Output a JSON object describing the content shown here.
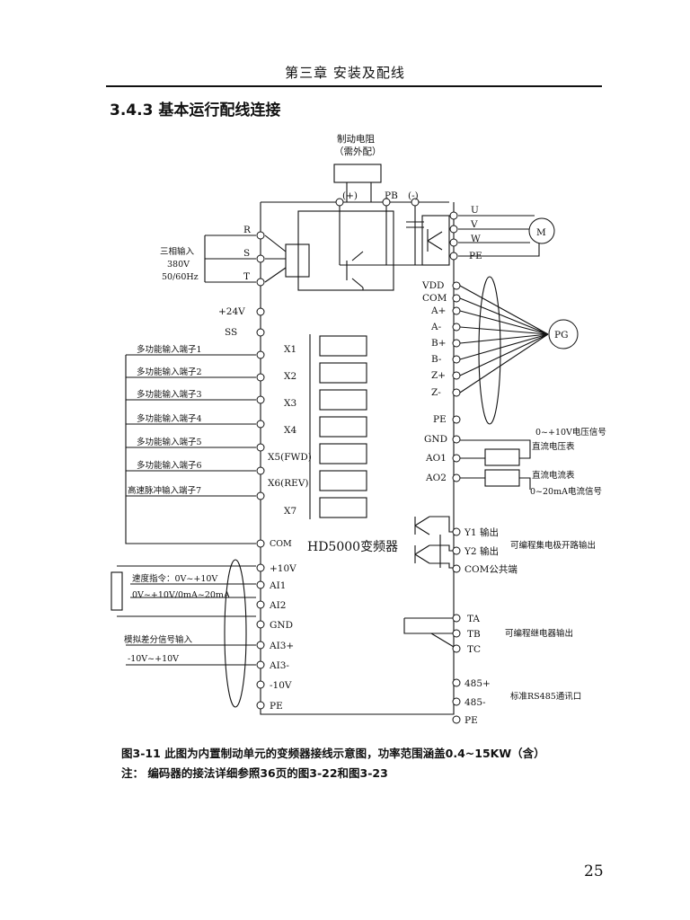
{
  "header": {
    "chapter": "第三章    安装及配线",
    "section": "3.4.3 基本运行配线连接"
  },
  "brake_resistor": {
    "line1": "制动电阻",
    "line2": "（需外配）"
  },
  "dc_bus": {
    "plus": "(+)",
    "pb": "PB",
    "minus": "(-)"
  },
  "power_input": {
    "line1": "三相输入",
    "line2": "380V",
    "line3": "50/60Hz",
    "terminals": [
      "R",
      "S",
      "T"
    ]
  },
  "motor": {
    "outputs": [
      "U",
      "V",
      "W",
      "PE"
    ],
    "label": "M"
  },
  "encoder": {
    "terminals": [
      "VDD",
      "COM",
      "A+",
      "A-",
      "B+",
      "B-",
      "Z+",
      "Z-",
      "PE"
    ],
    "label": "PG"
  },
  "control_left": {
    "v24": "+24V",
    "ss": "SS",
    "com": "COM"
  },
  "multi_inputs": [
    {
      "desc": "多功能输入端子1",
      "term": "X1"
    },
    {
      "desc": "多功能输入端子2",
      "term": "X2"
    },
    {
      "desc": "多功能输入端子3",
      "term": "X3"
    },
    {
      "desc": "多功能输入端子4",
      "term": "X4"
    },
    {
      "desc": "多功能输入端子5",
      "term": "X5(FWD)"
    },
    {
      "desc": "多功能输入端子6",
      "term": "X6(REV)"
    },
    {
      "desc": "高速脉冲输入端子7",
      "term": "X7"
    }
  ],
  "inverter_label": "HD5000变频器",
  "analog": {
    "terms": [
      "+10V",
      "AI1",
      "AI2",
      "GND",
      "AI3+",
      "AI3-",
      "-10V",
      "PE"
    ],
    "speed_cmd": "速度指令：0V~+10V",
    "range": "0V~+10V/0mA~20mA",
    "diff_label": "模拟差分信号输入",
    "diff_range": "-10V~+10V"
  },
  "analog_out": {
    "gnd": "GND",
    "ao1": "AO1",
    "ao2": "AO2",
    "voltage_signal": "0~+10V电压信号",
    "voltmeter": "直流电压表",
    "ammeter": "直流电流表",
    "current_signal": "0~20mA电流信号"
  },
  "open_collector": {
    "y1": "Y1 输出",
    "y2": "Y2 输出",
    "com": "COM公共端",
    "desc": "可编程集电极开路输出"
  },
  "relay": {
    "ta": "TA",
    "tb": "TB",
    "tc": "TC",
    "desc": "可编程继电器输出"
  },
  "rs485": {
    "plus": "485+",
    "minus": "485-",
    "pe": "PE",
    "desc": "标准RS485通讯口"
  },
  "caption": {
    "line1": "图3-11   此图为内置制动单元的变频器接线示意图，功率范围涵盖0.4~15KW（含）",
    "line2": "注：  编码器的接法详细参照36页的图3-22和图3-23"
  },
  "page_number": "25"
}
